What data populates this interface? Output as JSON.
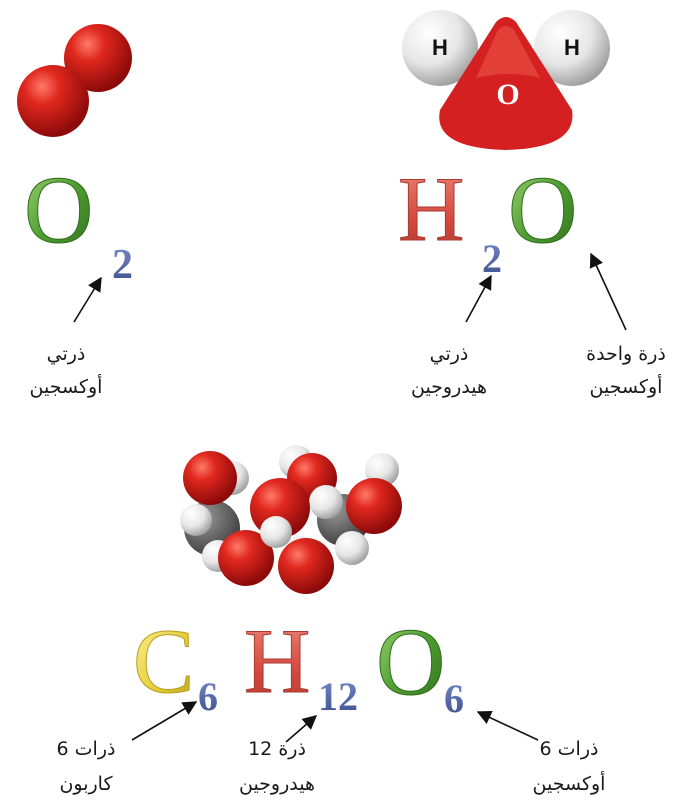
{
  "o2": {
    "formula": {
      "element": "O",
      "subscript": "2"
    },
    "label": {
      "line1": "ذرتي",
      "line2": "أوكسجين"
    }
  },
  "h2o": {
    "model": {
      "h_left": "H",
      "o_center": "O",
      "h_right": "H"
    },
    "formula": {
      "h_element": "H",
      "h_subscript": "2",
      "o_element": "O"
    },
    "label_hydrogen": {
      "line1": "ذرتي",
      "line2": "هيدروجين"
    },
    "label_oxygen": {
      "line1": "ذرة واحدة",
      "line2": "أوكسجين"
    }
  },
  "glucose": {
    "formula": {
      "c_element": "C",
      "c_subscript": "6",
      "h_element": "H",
      "h_subscript": "12",
      "o_element": "O",
      "o_subscript": "6"
    },
    "label_carbon": {
      "line1": "6 ذرات",
      "line2": "كاربون"
    },
    "label_hydrogen": {
      "line1": "12 ذرة",
      "line2": "هيدروجين"
    },
    "label_oxygen": {
      "line1": "6 ذرات",
      "line2": "أوكسجين"
    }
  },
  "colors": {
    "oxygen_red": "#d42020",
    "hydrogen_white": "#e8e8e8",
    "carbon_gray": "#5a5a5a",
    "o_letter_green": "#5aa83a",
    "h_letter_red": "#d9534f",
    "c_letter_yellow": "#e8d44a",
    "subscript_blue": "#4a5e9a"
  }
}
